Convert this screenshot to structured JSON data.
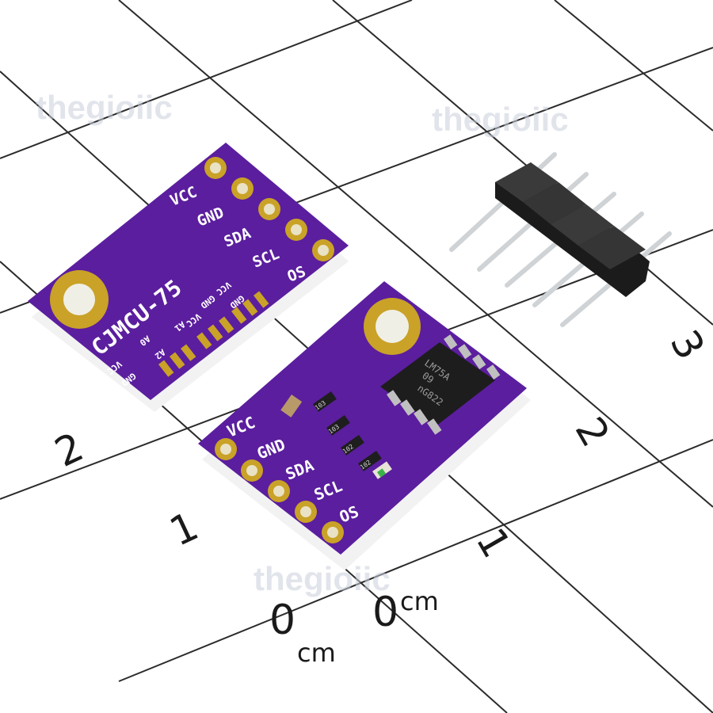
{
  "watermark": "thegioiic",
  "scale": {
    "zero": "0",
    "unit": "cm",
    "left_ticks": [
      "1",
      "2"
    ],
    "right_ticks": [
      "1",
      "2",
      "3"
    ]
  },
  "back_board": {
    "title": "CJMCU-75",
    "pins": [
      "VCC",
      "GND",
      "SDA",
      "SCL",
      "OS"
    ],
    "address_labels": [
      "VCC",
      "GND",
      "A0",
      "A1",
      "A2",
      "VCC",
      "GND",
      "VCC",
      "GND"
    ]
  },
  "front_board": {
    "pins": [
      "VCC",
      "GND",
      "SDA",
      "SCL",
      "OS"
    ],
    "chip_marking": [
      "LM75A",
      "09",
      "nG822"
    ],
    "resistor_markings": [
      "103",
      "103",
      "102",
      "102"
    ]
  },
  "colors": {
    "pcb": "#5b1e9e",
    "pcb_dark": "#3d1070",
    "gold": "#c9a227",
    "header_black": "#1b1b1b",
    "pin_silver": "#cfd3d6",
    "grid_line": "#2b2b2b"
  }
}
